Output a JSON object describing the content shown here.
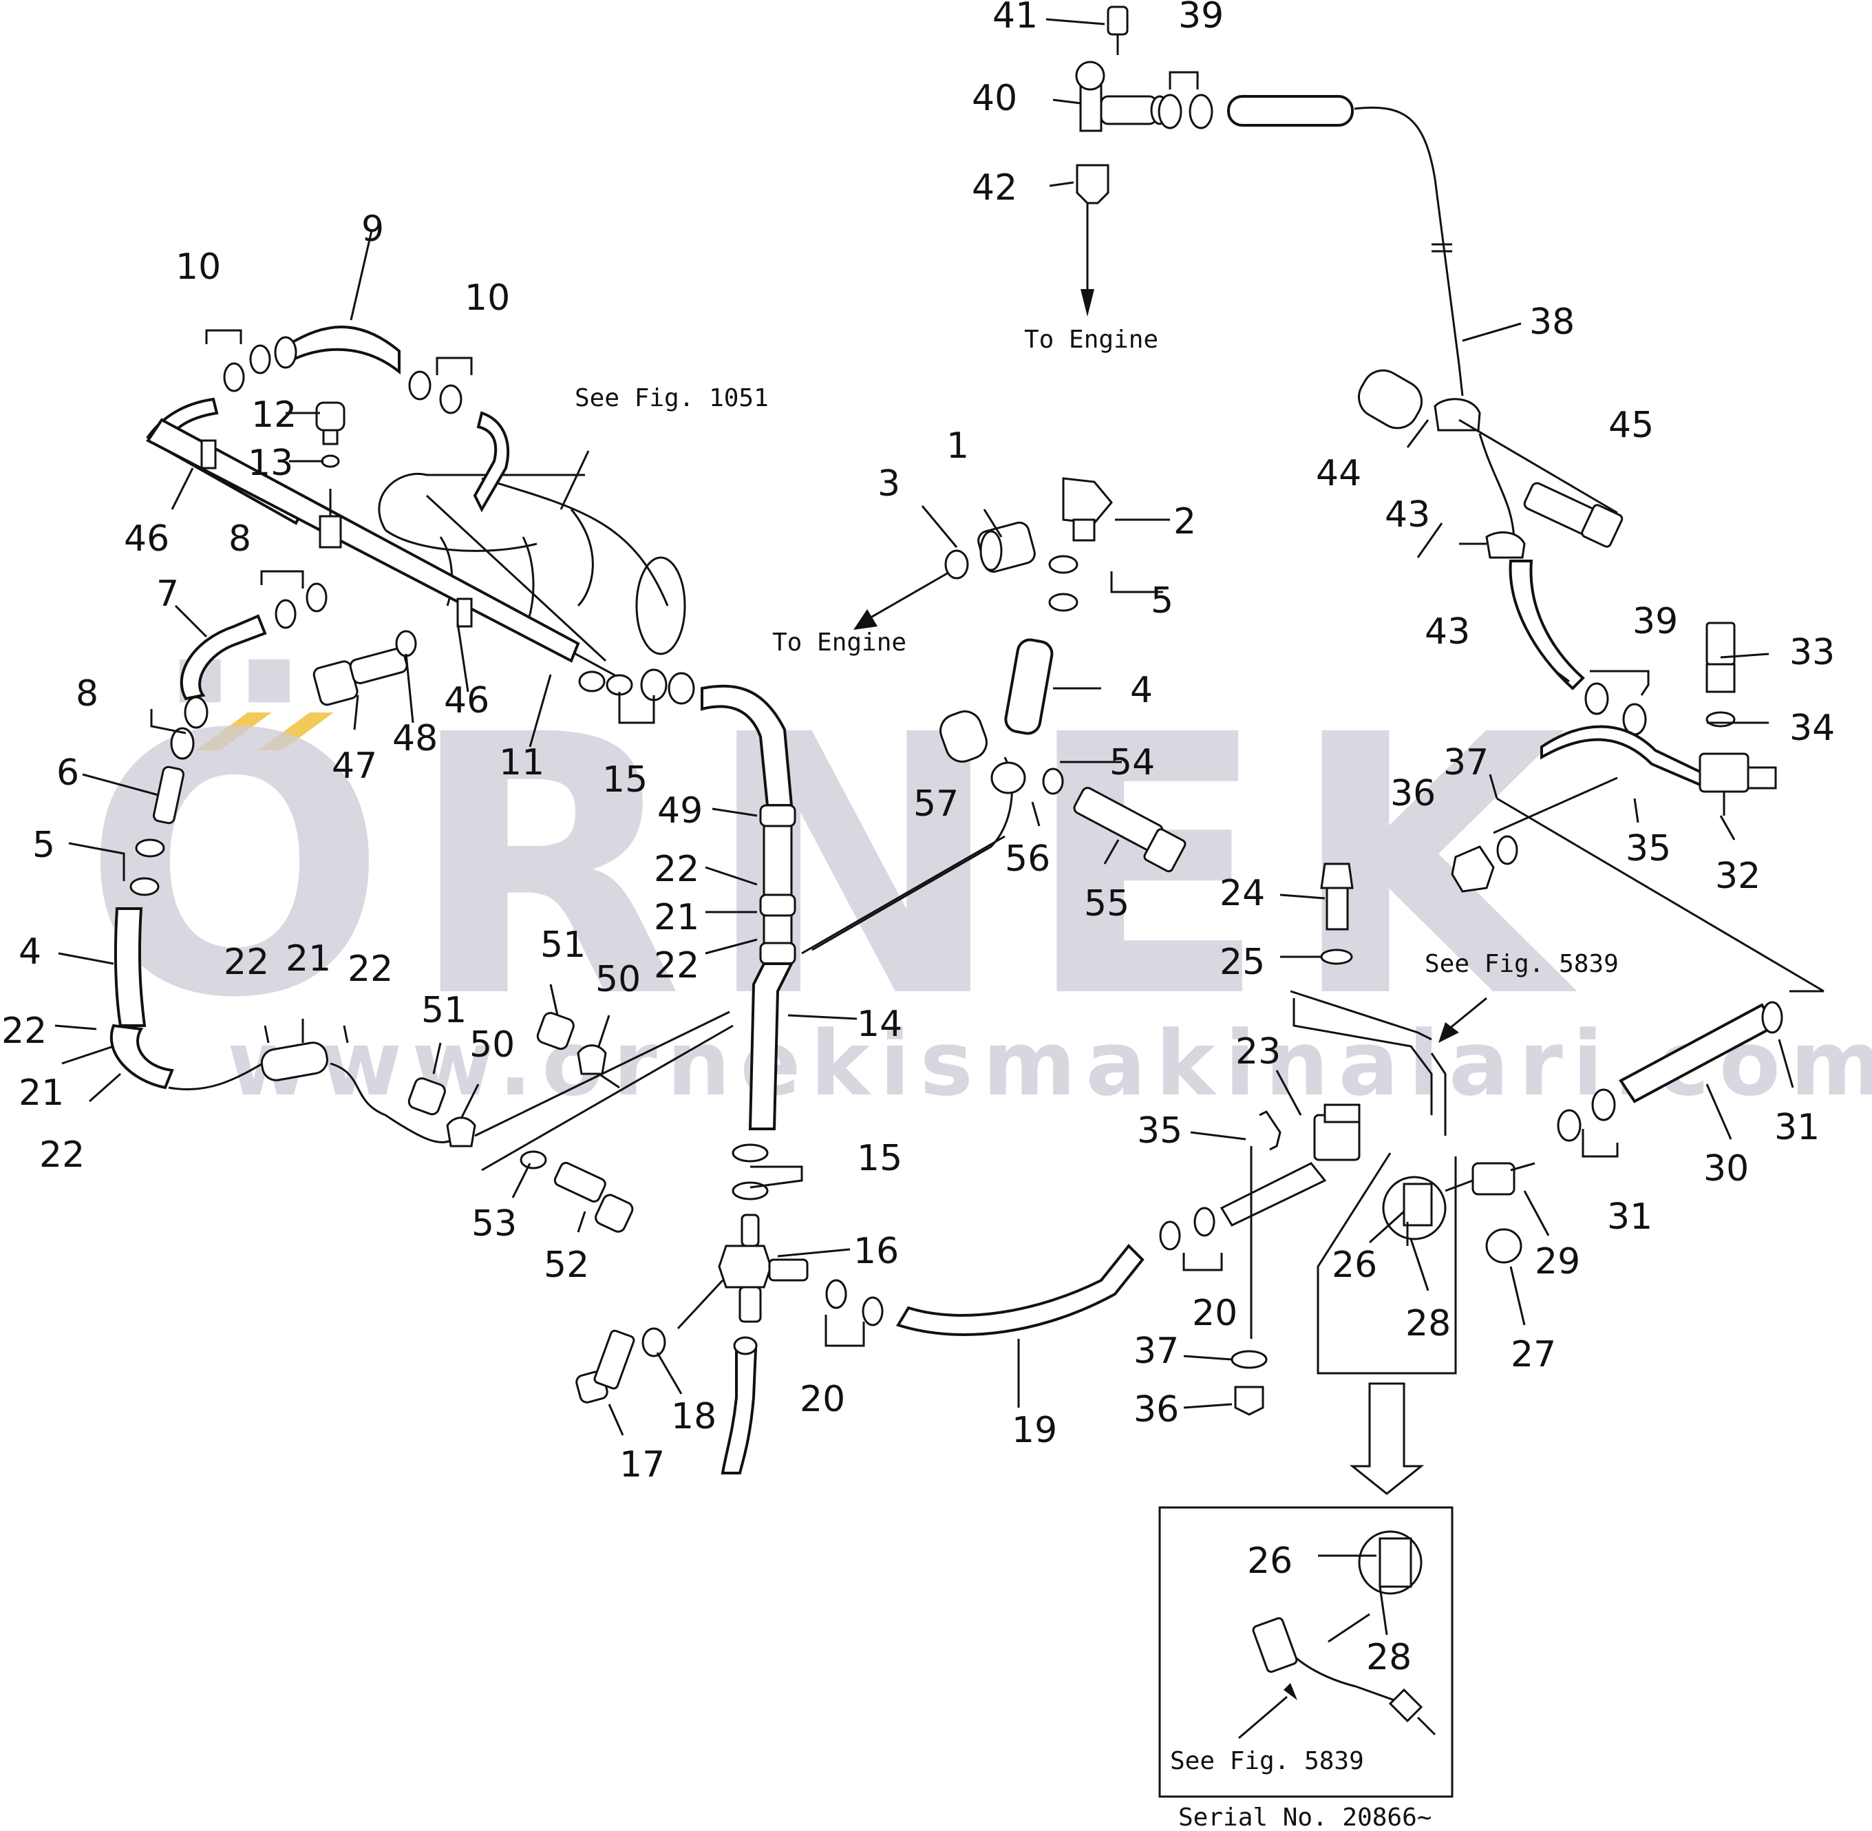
{
  "watermark": {
    "brand": "ÖRNEK",
    "url": "www.ornekismakinalari.com.tr",
    "accent_color": "#f3c95a",
    "gray_color": "#cfcdd8"
  },
  "notes": {
    "see_fig_1051": "See  Fig. 1051",
    "to_engine_top": "To  Engine",
    "to_engine_mid": "To  Engine",
    "see_fig_5839_a": "See  Fig. 5839",
    "see_fig_5839_b": "See  Fig. 5839",
    "serial": "Serial  No. 20866~"
  },
  "labels": [
    {
      "id": "41",
      "text": "41"
    },
    {
      "id": "39a",
      "text": "39"
    },
    {
      "id": "40",
      "text": "40"
    },
    {
      "id": "42",
      "text": "42"
    },
    {
      "id": "38",
      "text": "38"
    },
    {
      "id": "44",
      "text": "44"
    },
    {
      "id": "45",
      "text": "45"
    },
    {
      "id": "43a",
      "text": "43"
    },
    {
      "id": "43b",
      "text": "43"
    },
    {
      "id": "39b",
      "text": "39"
    },
    {
      "id": "33",
      "text": "33"
    },
    {
      "id": "34",
      "text": "34"
    },
    {
      "id": "37a",
      "text": "37"
    },
    {
      "id": "36a",
      "text": "36"
    },
    {
      "id": "35a",
      "text": "35"
    },
    {
      "id": "32",
      "text": "32"
    },
    {
      "id": "9",
      "text": "9"
    },
    {
      "id": "10a",
      "text": "10"
    },
    {
      "id": "10b",
      "text": "10"
    },
    {
      "id": "12",
      "text": "12"
    },
    {
      "id": "13",
      "text": "13"
    },
    {
      "id": "46a",
      "text": "46"
    },
    {
      "id": "8a",
      "text": "8"
    },
    {
      "id": "7",
      "text": "7"
    },
    {
      "id": "8b",
      "text": "8"
    },
    {
      "id": "6",
      "text": "6"
    },
    {
      "id": "5a",
      "text": "5"
    },
    {
      "id": "4a",
      "text": "4"
    },
    {
      "id": "22a",
      "text": "22"
    },
    {
      "id": "21a",
      "text": "21"
    },
    {
      "id": "22b",
      "text": "22"
    },
    {
      "id": "47",
      "text": "47"
    },
    {
      "id": "48",
      "text": "48"
    },
    {
      "id": "46b",
      "text": "46"
    },
    {
      "id": "11",
      "text": "11"
    },
    {
      "id": "15a",
      "text": "15"
    },
    {
      "id": "3",
      "text": "3"
    },
    {
      "id": "1",
      "text": "1"
    },
    {
      "id": "2",
      "text": "2"
    },
    {
      "id": "5b",
      "text": "5"
    },
    {
      "id": "4b",
      "text": "4"
    },
    {
      "id": "57",
      "text": "57"
    },
    {
      "id": "54",
      "text": "54"
    },
    {
      "id": "56",
      "text": "56"
    },
    {
      "id": "55",
      "text": "55"
    },
    {
      "id": "49",
      "text": "49"
    },
    {
      "id": "22c",
      "text": "22"
    },
    {
      "id": "21b",
      "text": "21"
    },
    {
      "id": "22d",
      "text": "22"
    },
    {
      "id": "14",
      "text": "14"
    },
    {
      "id": "22e",
      "text": "22"
    },
    {
      "id": "21c",
      "text": "21"
    },
    {
      "id": "22f",
      "text": "22"
    },
    {
      "id": "51a",
      "text": "51"
    },
    {
      "id": "50a",
      "text": "50"
    },
    {
      "id": "51b",
      "text": "51"
    },
    {
      "id": "50b",
      "text": "50"
    },
    {
      "id": "53",
      "text": "53"
    },
    {
      "id": "52",
      "text": "52"
    },
    {
      "id": "15b",
      "text": "15"
    },
    {
      "id": "16",
      "text": "16"
    },
    {
      "id": "18",
      "text": "18"
    },
    {
      "id": "17",
      "text": "17"
    },
    {
      "id": "20a",
      "text": "20"
    },
    {
      "id": "19",
      "text": "19"
    },
    {
      "id": "24",
      "text": "24"
    },
    {
      "id": "25",
      "text": "25"
    },
    {
      "id": "23",
      "text": "23"
    },
    {
      "id": "35b",
      "text": "35"
    },
    {
      "id": "20b",
      "text": "20"
    },
    {
      "id": "37b",
      "text": "37"
    },
    {
      "id": "36b",
      "text": "36"
    },
    {
      "id": "26a",
      "text": "26"
    },
    {
      "id": "28a",
      "text": "28"
    },
    {
      "id": "27",
      "text": "27"
    },
    {
      "id": "29",
      "text": "29"
    },
    {
      "id": "31a",
      "text": "31"
    },
    {
      "id": "30",
      "text": "30"
    },
    {
      "id": "31b",
      "text": "31"
    },
    {
      "id": "26b",
      "text": "26"
    },
    {
      "id": "28b",
      "text": "28"
    }
  ]
}
